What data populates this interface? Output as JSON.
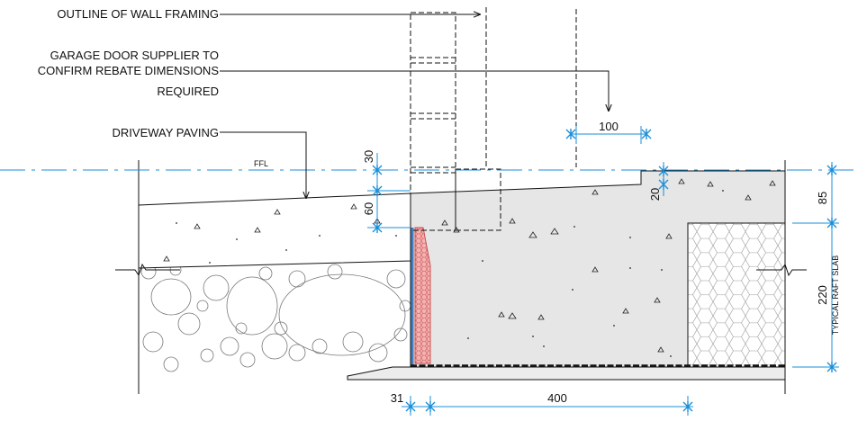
{
  "annotations": {
    "wall_framing": "OUTLINE OF WALL FRAMING",
    "garage_door_line1": "GARAGE DOOR SUPPLIER TO",
    "garage_door_line2": "CONFIRM REBATE DIMENSIONS",
    "garage_door_line3": "REQUIRED",
    "driveway_paving": "DRIVEWAY PAVING",
    "ffl": "FFL",
    "typical_raft_slab": "TYPICAL RAFT SLAB"
  },
  "dimensions": {
    "rebate_width": "100",
    "paving_step": "30",
    "paving_depth": "60",
    "rebate_depth": "20",
    "slab_top": "85",
    "slab_depth": "220",
    "insulation_width": "31",
    "edge_beam_width": "400"
  },
  "colors": {
    "dimension": "#1a8fd8",
    "concrete": "#e6e6e6",
    "insulation": "#f4b3b3",
    "insulation_edge": "#d04545",
    "membrane": "#3f7fbf",
    "line": "#111111"
  }
}
